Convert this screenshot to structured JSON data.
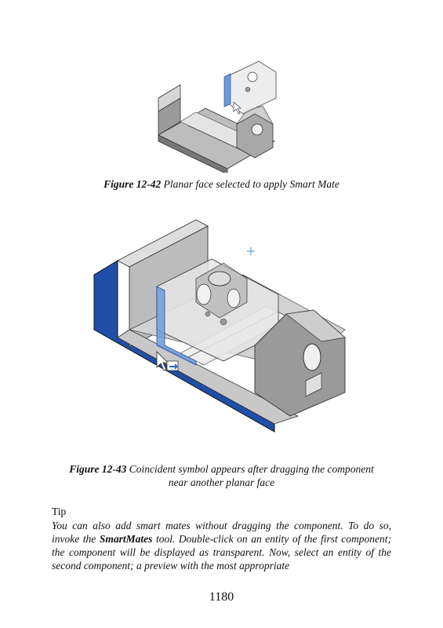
{
  "figures": [
    {
      "label": "Figure 12-42",
      "caption": "Planar face selected to apply Smart Mate"
    },
    {
      "label": "Figure 12-43",
      "caption_line1": "Coincident symbol appears after dragging the component",
      "caption_line2": "near another planar face"
    }
  ],
  "tip": {
    "heading": "Tip",
    "text_part1": "You can also add smart mates without dragging the component. To do so, invoke the ",
    "tool_name": "SmartMates",
    "text_part2": " tool. Double-click on an entity of the first component; the component will be displayed as transparent. Now, select an entity of the second component; a preview with the most appropriate"
  },
  "page_number": "1180",
  "colors": {
    "selection_blue": "#1f4fa8",
    "face_highlight": "#6f9ad8",
    "body_gray": "#8c8c8c"
  }
}
